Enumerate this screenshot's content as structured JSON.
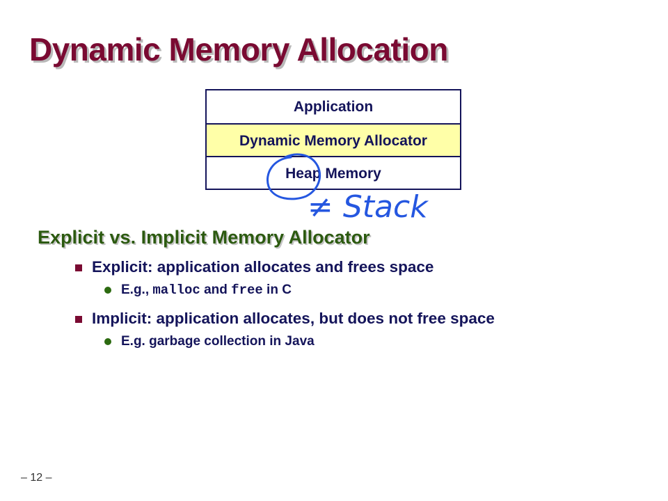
{
  "slide": {
    "title": "Dynamic Memory Allocation",
    "diagram": {
      "layers": [
        {
          "label": "Application"
        },
        {
          "label": "Dynamic Memory Allocator"
        },
        {
          "label": "Heap Memory"
        }
      ]
    },
    "handwritten_note": "≠ Stack",
    "subheading": "Explicit vs. Implicit Memory Allocator",
    "bullets": [
      {
        "text": "Explicit:  application allocates and frees space",
        "sub": {
          "prefix": "E.g., ",
          "code1": "malloc",
          "middle": " and ",
          "code2": "free",
          "suffix": " in C"
        }
      },
      {
        "text": "Implicit: application allocates, but does not free space",
        "sub": {
          "text": "E.g. garbage collection in Java"
        }
      }
    ],
    "page_number": "– 12 –"
  },
  "colors": {
    "title": "#7a0a32",
    "box_border": "#14145a",
    "allocator_highlight": "#ffffa8",
    "subheading": "#2c5a10",
    "ink_annotation": "#2557e0"
  }
}
